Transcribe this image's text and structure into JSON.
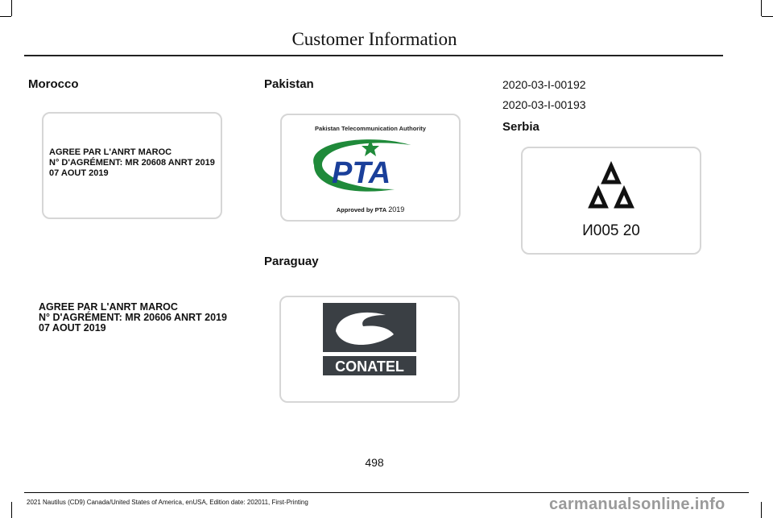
{
  "header": {
    "title": "Customer Information"
  },
  "morocco": {
    "heading": "Morocco",
    "label1": [
      "AGREE PAR L'ANRT MAROC",
      "N° D'AGRÉMENT: MR 20608 ANRT 2019",
      "07 AOUT 2019"
    ],
    "label2": [
      "AGREE PAR L'ANRT MAROC",
      "N° D'AGRÉMENT: MR 20606 ANRT 2019",
      "07 AOUT 2019"
    ]
  },
  "pakistan": {
    "heading": "Pakistan",
    "logo_top_text": "Pakistan Telecommunication Authority",
    "logo_wordmark": "PTA",
    "approved_text": "Approved by PTA",
    "year": "2019",
    "colors": {
      "green": "#1f8a3a",
      "blue": "#1a3f9a"
    }
  },
  "paraguay": {
    "heading": "Paraguay",
    "logo_wordmark": "CONATEL",
    "colors": {
      "box": "#3a3f44"
    }
  },
  "right_column": {
    "codes": [
      "2020-03-I-00192",
      "2020-03-I-00193"
    ]
  },
  "serbia": {
    "heading": "Serbia",
    "mark_code": "И005 20"
  },
  "page_number": "498",
  "footer": {
    "text": "2021 Nautilus (CD9) Canada/United States of America, enUSA, Edition date: 202011, First-Printing"
  },
  "watermark": "carmanualsonline.info"
}
